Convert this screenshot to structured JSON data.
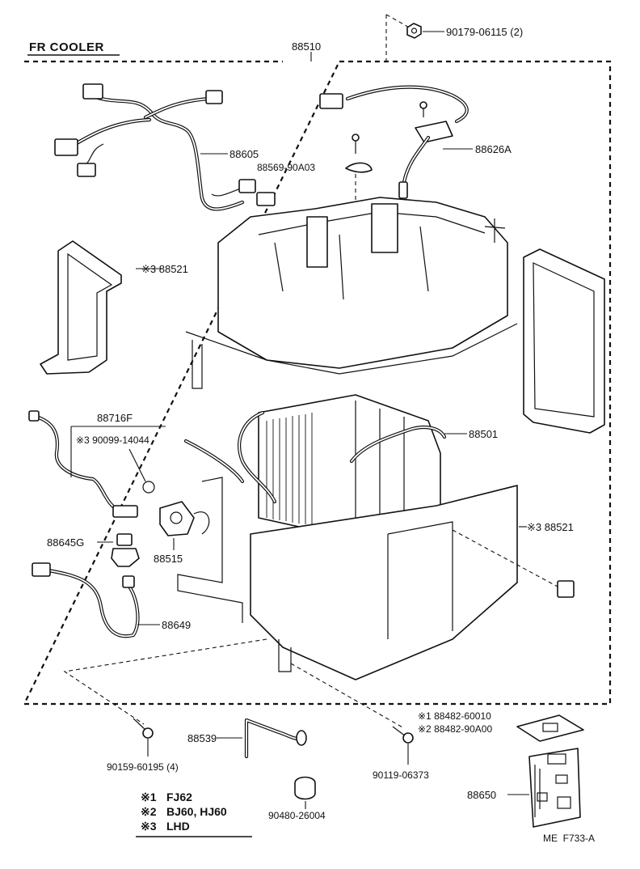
{
  "header": {
    "title": "FR COOLER"
  },
  "parts": {
    "assembly": "88510",
    "nut_top": "90179-06115 (2)",
    "harness": "88605",
    "wire_thermistor": "88626A",
    "clamp": "88569-90A03",
    "case_upper": "※3 88521",
    "tube_liquid": "88716F",
    "oring": "※3 90099-14044",
    "evaporator": "88501",
    "case_lower": "※3 88521",
    "switch": "88645G",
    "valve": "88515",
    "wire_switch": "88649",
    "screw_left": "90159-60195 (4)",
    "hose_drain": "88539",
    "grommet": "90480-26004",
    "screw_right": "90119-06373",
    "amp_1": "※1 88482-60010",
    "amp_2": "※2 88482-90A00",
    "amplifier": "88650"
  },
  "legend": [
    {
      "mark": "※1",
      "text": "FJ62"
    },
    {
      "mark": "※2",
      "text": "BJ60, HJ60"
    },
    {
      "mark": "※3",
      "text": "LHD"
    }
  ],
  "footer": {
    "code": "ME  F733-A"
  }
}
